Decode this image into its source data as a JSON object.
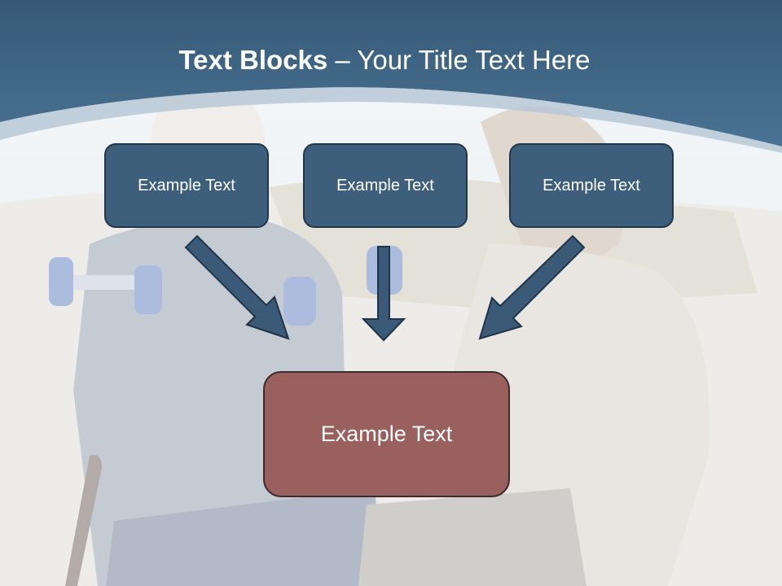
{
  "title": {
    "bold": "Text Blocks",
    "separator": " – ",
    "regular": "Your Title Text Here"
  },
  "boxes": [
    {
      "label": "Example Text"
    },
    {
      "label": "Example Text"
    },
    {
      "label": "Example Text"
    }
  ],
  "target": {
    "label": "Example Text"
  },
  "colors": {
    "header_blue": "#3d6584",
    "box_blue": "#3e5f7c",
    "box_red": "#9a605e",
    "arrow": "#3a5a78"
  }
}
